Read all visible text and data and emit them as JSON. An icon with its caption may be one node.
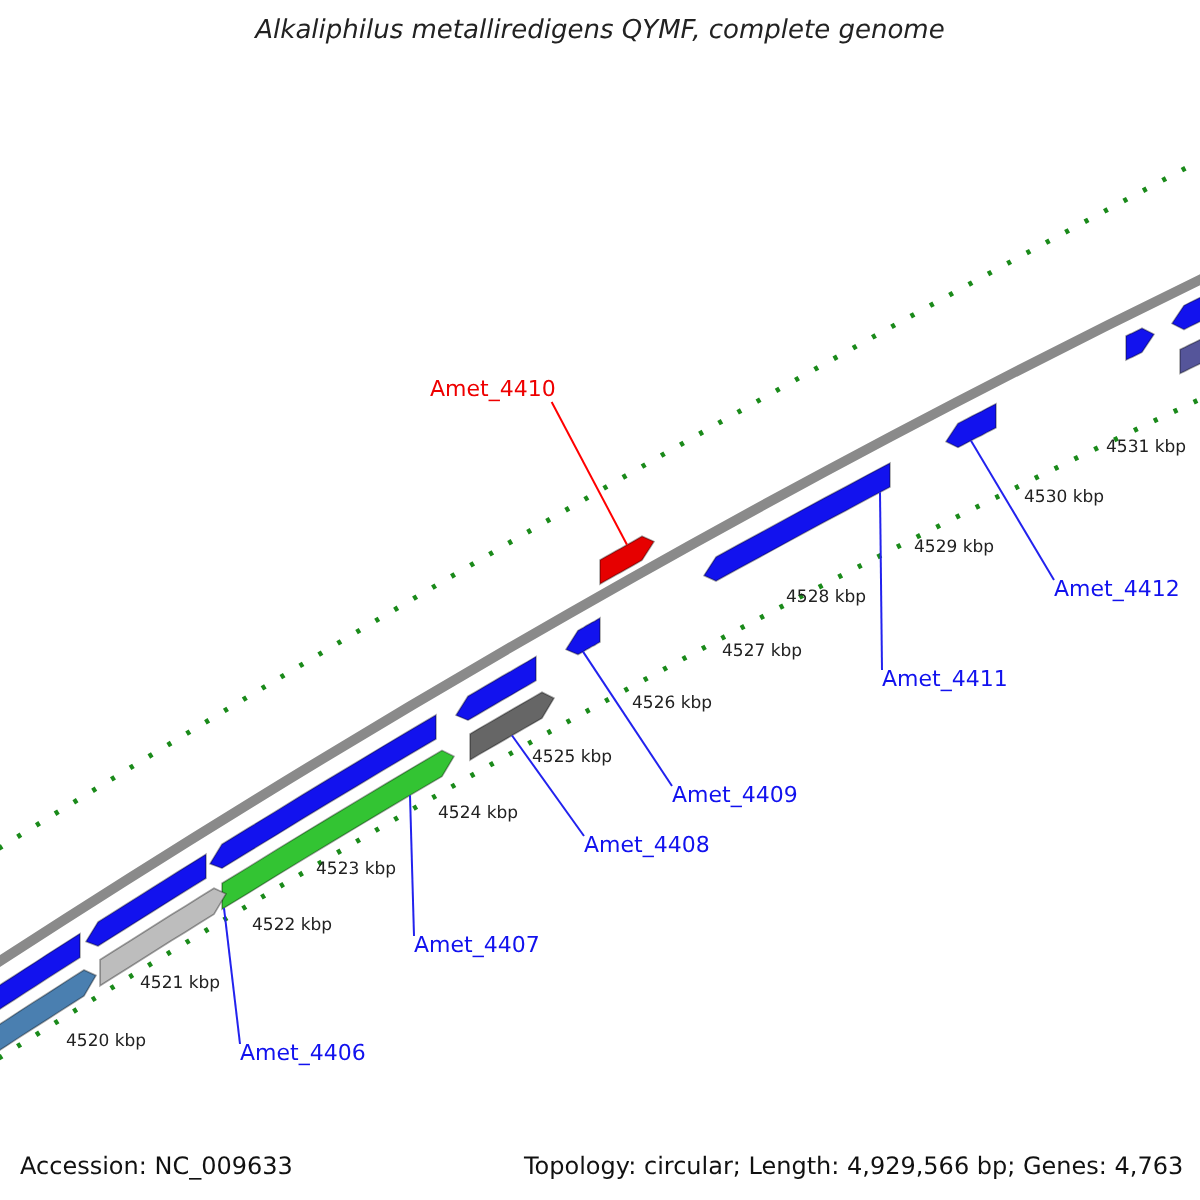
{
  "diagram": {
    "title": "Alkaliphilus metalliredigens QYMF, complete genome",
    "nodes": [
      {
        "text": [
          "Amet_4410"
        ]
      },
      {
        "text": [
          "Amet_4412"
        ]
      },
      {
        "text": [
          "Amet_4411"
        ]
      },
      {
        "text": [
          "Amet_4409"
        ]
      },
      {
        "text": [
          "Amet_4408"
        ]
      },
      {
        "text": [
          "Amet_4407"
        ]
      },
      {
        "text": [
          "Amet_4406"
        ]
      },
      {
        "text": [],
        "shape": "bar"
      },
      {
        "text": [],
        "shape": "bar"
      },
      {
        "text": [],
        "shape": "bar"
      },
      {
        "text": [],
        "shape": "bar"
      },
      {
        "text": [],
        "shape": "bar"
      },
      {
        "text": [],
        "shape": "bar"
      },
      {
        "text": [],
        "shape": "bar"
      },
      {
        "text": [],
        "shape": "bar"
      },
      {
        "text": [],
        "shape": "bar"
      },
      {
        "text": [],
        "shape": "bar"
      },
      {
        "text": [],
        "shape": "bar"
      },
      {
        "text": [],
        "shape": "bar"
      },
      {
        "text": [],
        "shape": "bar"
      },
      {
        "text": [],
        "shape": "bar"
      },
      {
        "text": [],
        "shape": "bar"
      }
    ],
    "edges": [
      {
        "from": 0,
        "to": 7,
        "arrow": "none",
        "color": "#ff0000"
      },
      {
        "from": 1,
        "to": 8,
        "arrow": "none"
      },
      {
        "from": 2,
        "to": 9,
        "arrow": "none"
      },
      {
        "from": 3,
        "to": 10,
        "arrow": "none"
      },
      {
        "from": 4,
        "to": 11,
        "arrow": "none"
      },
      {
        "from": 5,
        "to": 12,
        "arrow": "none"
      },
      {
        "from": 6,
        "to": 13,
        "arrow": "none"
      }
    ],
    "labels": [
      "4531 kbp",
      "4530 kbp",
      "4529 kbp",
      "4528 kbp",
      "4527 kbp",
      "4526 kbp",
      "4525 kbp",
      "4524 kbp",
      "4523 kbp",
      "4522 kbp",
      "4521 kbp",
      "4520 kbp",
      "Accession: NC_009633",
      "Topology: circular; Length: 4,929,566 bp; Genes: 4,763"
    ]
  }
}
